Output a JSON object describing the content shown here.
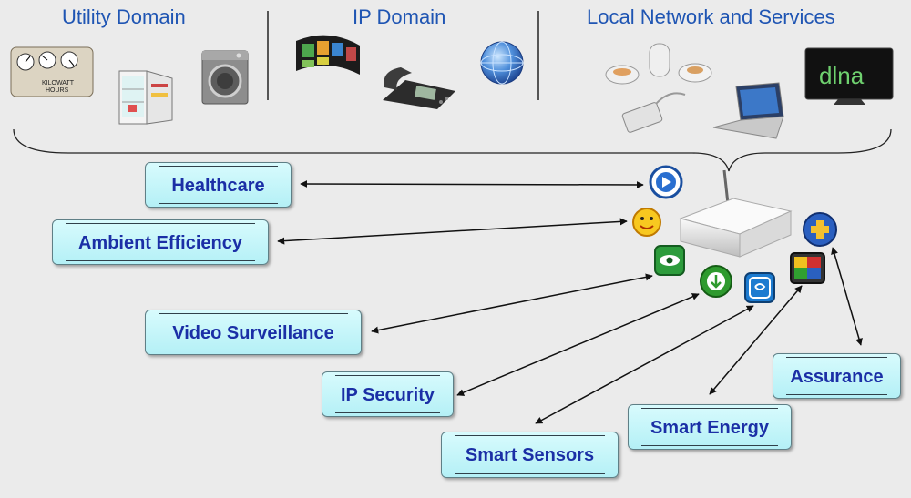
{
  "domains": {
    "utility": "Utility Domain",
    "ip": "IP Domain",
    "local": "Local Network and Services"
  },
  "devices": {
    "meter_text": [
      "KILOWATT",
      "HOURS"
    ],
    "tv_text": "dlna"
  },
  "services": {
    "healthcare": "Healthcare",
    "ambient": "Ambient Efficiency",
    "video": "Video Surveillance",
    "ipsec": "IP Security",
    "sensors": "Smart Sensors",
    "energy": "Smart Energy",
    "assurance": "Assurance"
  },
  "colors": {
    "title": "#1f55b3",
    "box_fill": "#c6f6fb",
    "box_text": "#1b2fa6"
  },
  "icons": [
    "play-app-icon",
    "smiley-app-icon",
    "eye-app-icon",
    "download-app-icon",
    "swirl-app-icon",
    "palette-app-icon",
    "plus-app-icon"
  ]
}
